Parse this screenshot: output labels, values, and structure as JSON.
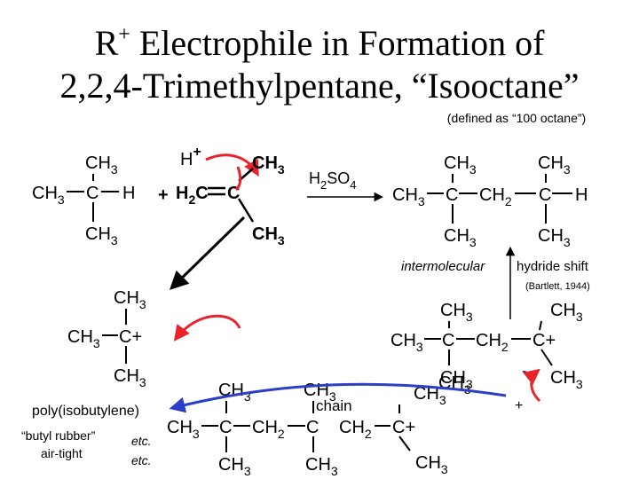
{
  "title": {
    "line1_main": "R",
    "line1_sup": "+",
    "line1_rest": " Electrophile in Formation of",
    "line2": "2,2,4-Trimethylpentane, “Isooctane”",
    "note": "(defined as “100 octane”)"
  },
  "labels": {
    "h_plus": "H",
    "plus": "+",
    "catalyst_main": "H",
    "catalyst_sub2": "2",
    "catalyst_so": "SO",
    "catalyst_sub4": "4",
    "ch": "CH",
    "three": "3",
    "two": "2",
    "c": "C",
    "h": "H",
    "h2": "H",
    "c_plus": "C+",
    "intermolecular": "intermolecular",
    "hydride_shift": "hydride shift",
    "bartlett": "(Bartlett, 1944)",
    "polymer": "poly(isobutylene)",
    "butyl_rubber": "“butyl rubber”",
    "air_tight": "air-tight",
    "etc": "etc.",
    "chain": "chain",
    "minus": "-"
  },
  "colors": {
    "text": "#000000",
    "arrow_red": "#e8242a",
    "arrow_blue": "#2a3ec8"
  }
}
